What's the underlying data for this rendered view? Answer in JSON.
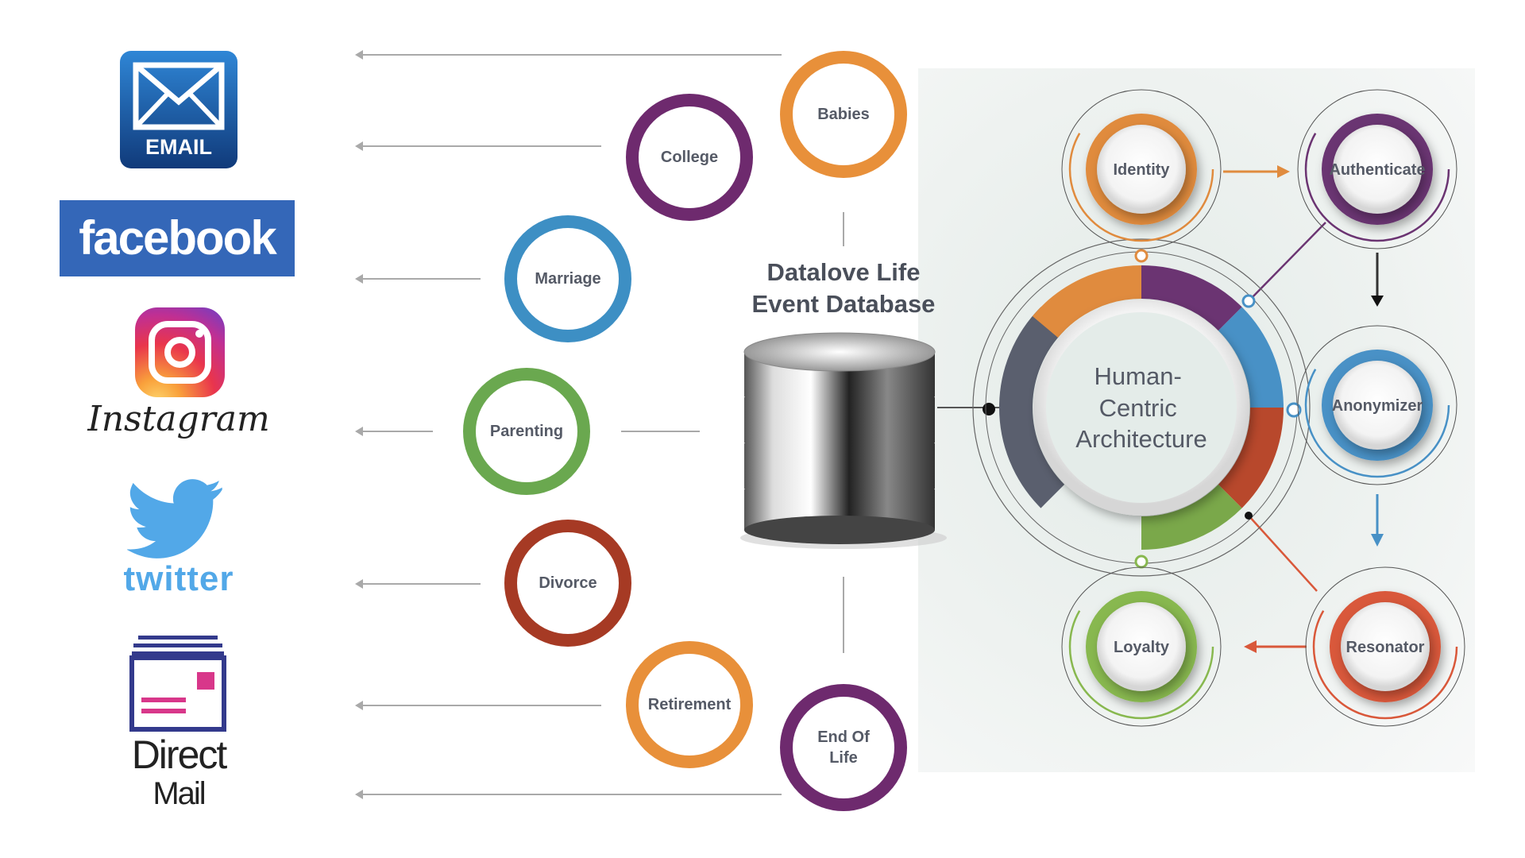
{
  "channels": {
    "email": "EMAIL",
    "facebook": "facebook",
    "instagram": "Instagram",
    "twitter": "twitter",
    "direct_mail": [
      "Direct",
      "Mail"
    ]
  },
  "life_events": [
    {
      "label": "Babies",
      "color": "#e8903a"
    },
    {
      "label": "College",
      "color": "#6e2a6e"
    },
    {
      "label": "Marriage",
      "color": "#3d8fc4"
    },
    {
      "label": "Parenting",
      "color": "#6aa84f"
    },
    {
      "label": "Divorce",
      "color": "#a63a24"
    },
    {
      "label": "Retirement",
      "color": "#e8903a"
    },
    {
      "label": "End Of Life",
      "color": "#6e2a6e"
    }
  ],
  "database": {
    "title_line1": "Datalove Life",
    "title_line2": "Event Database"
  },
  "architecture": {
    "center": [
      "Human-",
      "Centric",
      "Architecture"
    ],
    "nodes": [
      {
        "label": "Identity",
        "color": "#e08b3e"
      },
      {
        "label": "Authenticate",
        "color": "#6b3472"
      },
      {
        "label": "Anonymizer",
        "color": "#4891c6"
      },
      {
        "label": "Resonator",
        "color": "#d9583a"
      },
      {
        "label": "Loyalty",
        "color": "#88b84f"
      }
    ]
  }
}
